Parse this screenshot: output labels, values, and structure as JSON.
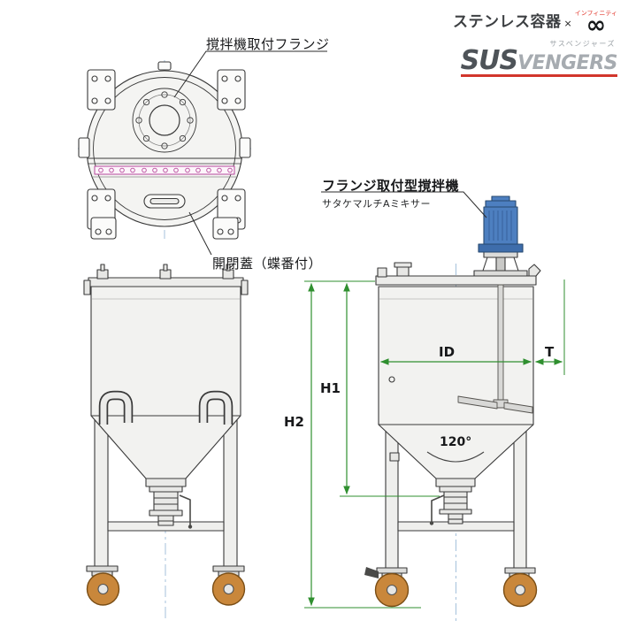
{
  "brand": {
    "product_line": "ステンレス容器",
    "cross": "×",
    "infinity_ruby": "インフィニティ",
    "infinity": "∞",
    "logo_ruby": "サスベンジャーズ",
    "logo_main": "SUS",
    "logo_rest": "VENGERS"
  },
  "annotations": {
    "flange_label": "撹拌機取付フランジ",
    "lid_label": "開閉蓋（蝶番付）",
    "mixer_label": "フランジ取付型撹拌機",
    "mixer_sublabel": "サタケマルチAミキサー"
  },
  "dimension_labels": {
    "inner_diameter": "ID",
    "thickness": "T",
    "height_1": "H1",
    "height_2": "H2",
    "cone_angle": "120°"
  },
  "colors": {
    "dimension_line": "#2f8f2f",
    "motor_blue": "#4d7fc0",
    "caster_wheel": "#c9873b",
    "hinge_accent": "#b8489c",
    "brand_red": "#d2362c",
    "drawing_line": "#3a3a3a",
    "centerline_blue": "#9cbbd8"
  }
}
